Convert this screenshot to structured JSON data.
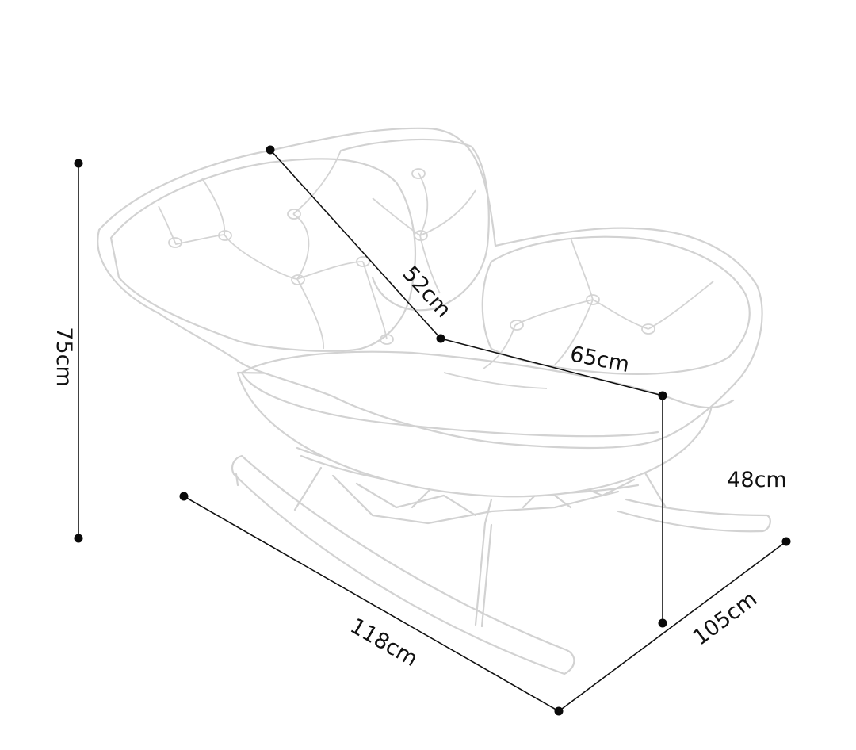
{
  "colors": {
    "background": "#ffffff",
    "outline": "#d2d2d2",
    "dimension_line": "#111111"
  },
  "dimensions": {
    "height_label": "75cm",
    "seat_depth_label": "52cm",
    "seat_width_label": "65cm",
    "seat_height_label": "48cm",
    "overall_length_label": "118cm",
    "overall_depth_label": "105cm"
  }
}
